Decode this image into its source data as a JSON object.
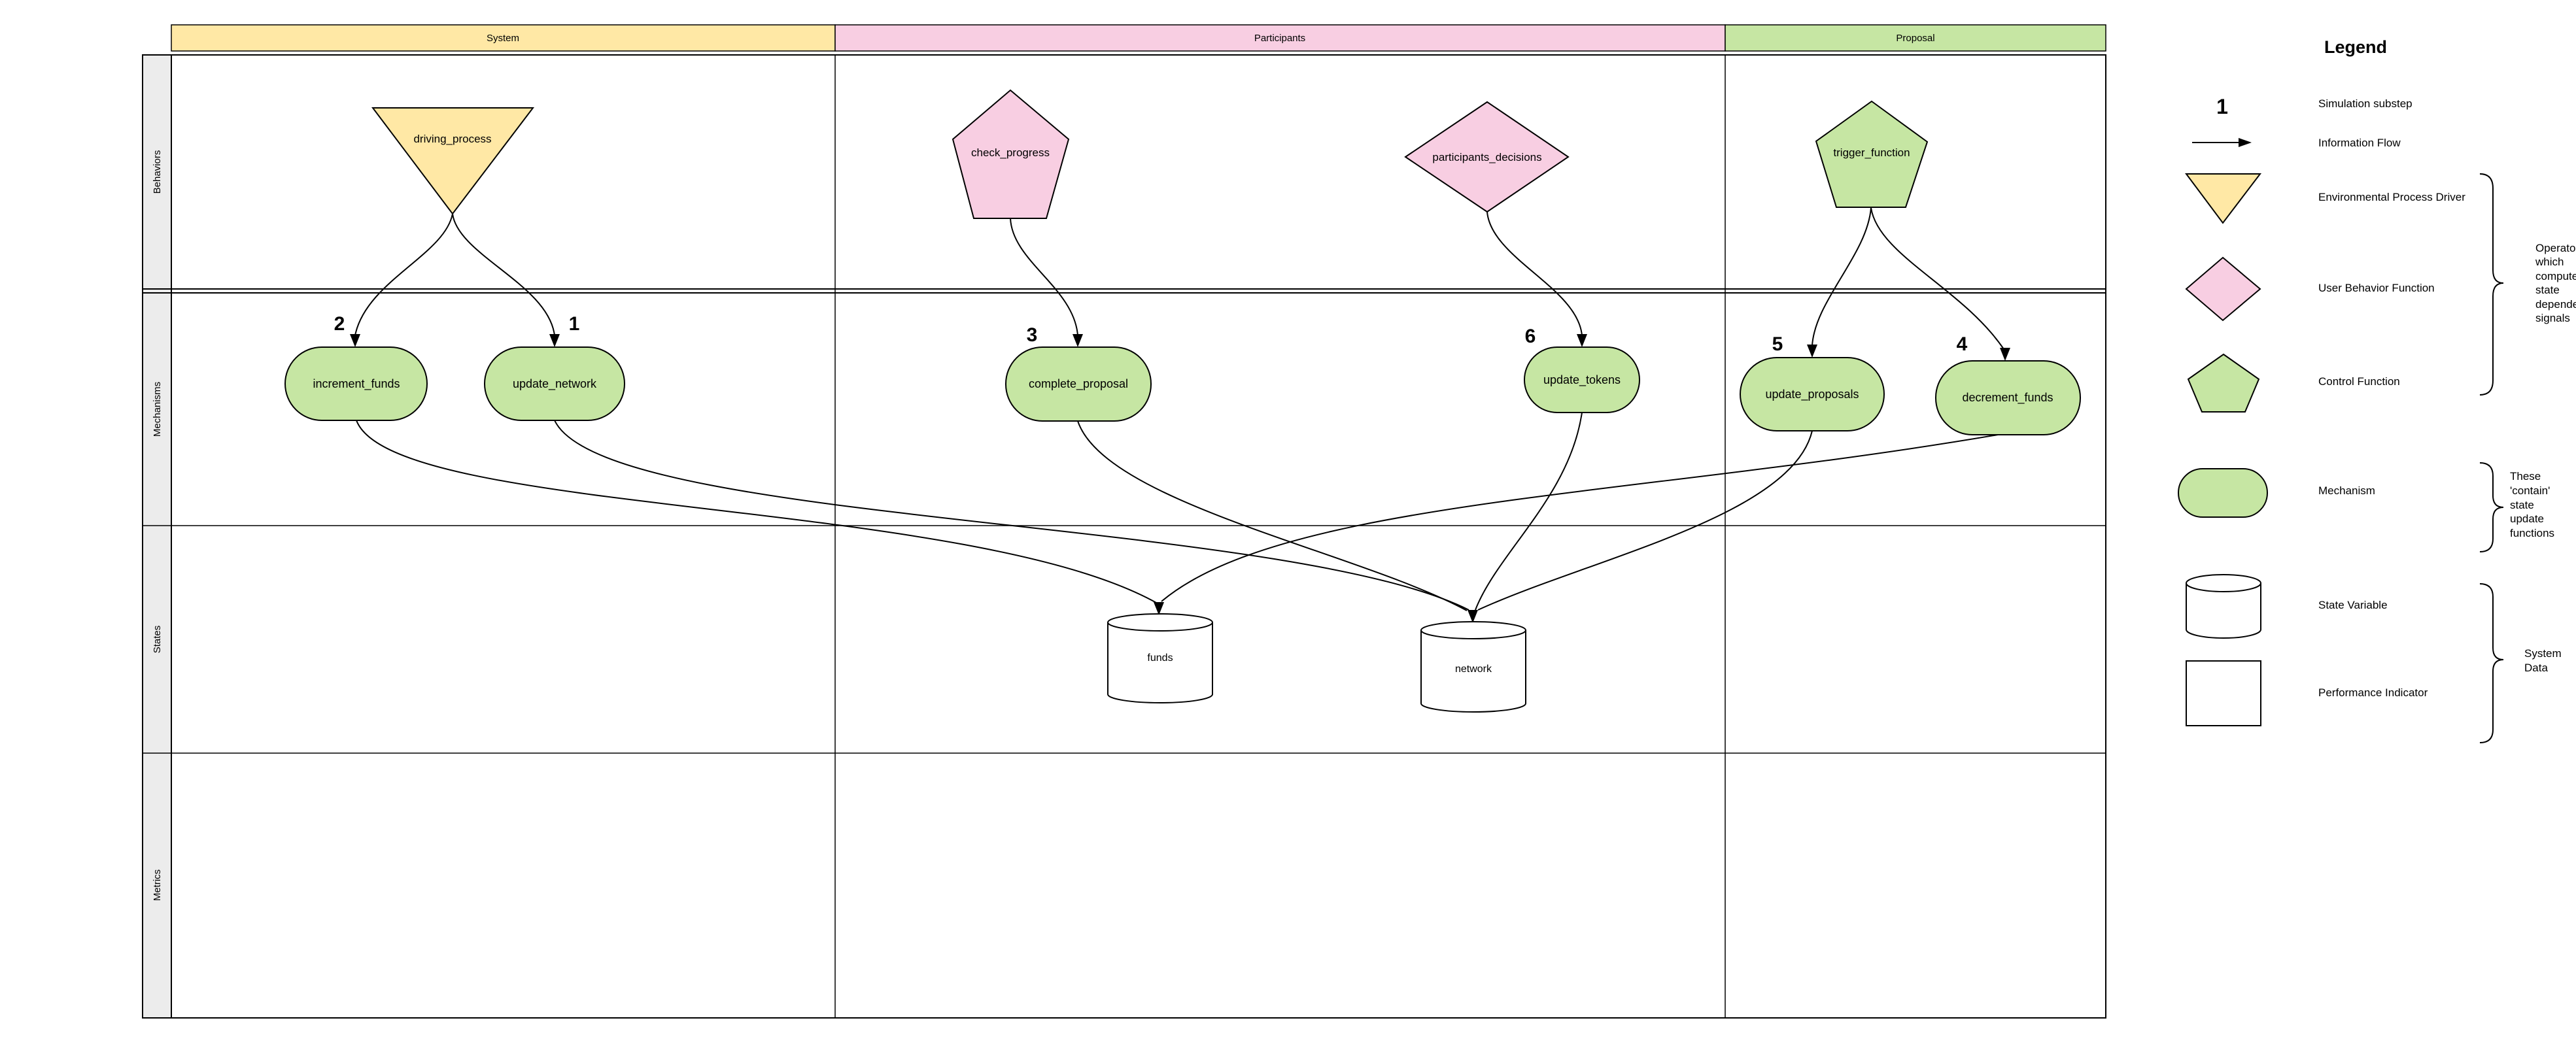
{
  "header": {
    "columns": [
      {
        "label": "System",
        "color": "#FFE8A5"
      },
      {
        "label": "Participants",
        "color": "#F8CEE2"
      },
      {
        "label": "Proposal",
        "color": "#C6E6A3"
      }
    ]
  },
  "rows": [
    {
      "label": "Behaviors"
    },
    {
      "label": "Mechanisms"
    },
    {
      "label": "States"
    },
    {
      "label": "Metrics"
    }
  ],
  "nodes": {
    "behaviors": [
      {
        "id": "driving_process",
        "label": "driving_process",
        "shape": "inverted-triangle",
        "fill": "#FFE8A5",
        "column": "System"
      },
      {
        "id": "check_progress",
        "label": "check_progress",
        "shape": "pentagon",
        "fill": "#F8CEE2",
        "column": "Participants"
      },
      {
        "id": "participants_decisions",
        "label": "participants_decisions",
        "shape": "diamond",
        "fill": "#F8CEE2",
        "column": "Participants"
      },
      {
        "id": "trigger_function",
        "label": "trigger_function",
        "shape": "pentagon",
        "fill": "#C6E6A3",
        "column": "Proposal"
      }
    ],
    "mechanisms": [
      {
        "id": "increment_funds",
        "label": "increment_funds",
        "substep": "2"
      },
      {
        "id": "update_network",
        "label": "update_network",
        "substep": "1"
      },
      {
        "id": "complete_proposal",
        "label": "complete_proposal",
        "substep": "3"
      },
      {
        "id": "update_tokens",
        "label": "update_tokens",
        "substep": "6"
      },
      {
        "id": "update_proposals",
        "label": "update_proposals",
        "substep": "5"
      },
      {
        "id": "decrement_funds",
        "label": "decrement_funds",
        "substep": "4"
      }
    ],
    "states": [
      {
        "id": "funds",
        "label": "funds"
      },
      {
        "id": "network",
        "label": "network"
      }
    ]
  },
  "flows": [
    {
      "from": "driving_process",
      "to": "increment_funds"
    },
    {
      "from": "driving_process",
      "to": "update_network"
    },
    {
      "from": "check_progress",
      "to": "complete_proposal"
    },
    {
      "from": "participants_decisions",
      "to": "update_tokens"
    },
    {
      "from": "trigger_function",
      "to": "update_proposals"
    },
    {
      "from": "trigger_function",
      "to": "decrement_funds"
    },
    {
      "from": "increment_funds",
      "to": "funds"
    },
    {
      "from": "decrement_funds",
      "to": "funds"
    },
    {
      "from": "update_network",
      "to": "network"
    },
    {
      "from": "complete_proposal",
      "to": "network"
    },
    {
      "from": "update_tokens",
      "to": "network"
    },
    {
      "from": "update_proposals",
      "to": "network"
    }
  ],
  "legend": {
    "title": "Legend",
    "items": [
      {
        "symbol": "substep-number",
        "sample": "1",
        "label": "Simulation substep"
      },
      {
        "symbol": "arrow",
        "label": "Information Flow"
      },
      {
        "symbol": "inverted-triangle",
        "label": "Environmental Process Driver"
      },
      {
        "symbol": "diamond",
        "label": "User Behavior Function"
      },
      {
        "symbol": "pentagon",
        "label": "Control Function"
      },
      {
        "symbol": "rounded-rect",
        "label": "Mechanism"
      },
      {
        "symbol": "cylinder",
        "label": "State Variable"
      },
      {
        "symbol": "rectangle",
        "label": "Performance Indicator"
      }
    ],
    "annotations": [
      {
        "lines": [
          "Operators",
          "which",
          "compute",
          "state",
          "dependent",
          "signals"
        ]
      },
      {
        "lines": [
          "These",
          "'contain'",
          "state",
          "update",
          "functions"
        ]
      },
      {
        "lines": [
          "System",
          "Data"
        ]
      }
    ]
  },
  "colors": {
    "environmental": "#FFE8A5",
    "user_behavior": "#F8CEE2",
    "control_mechanism": "#C6E6A3",
    "row_label_bg": "#ECECEC",
    "stroke": "#000000"
  }
}
